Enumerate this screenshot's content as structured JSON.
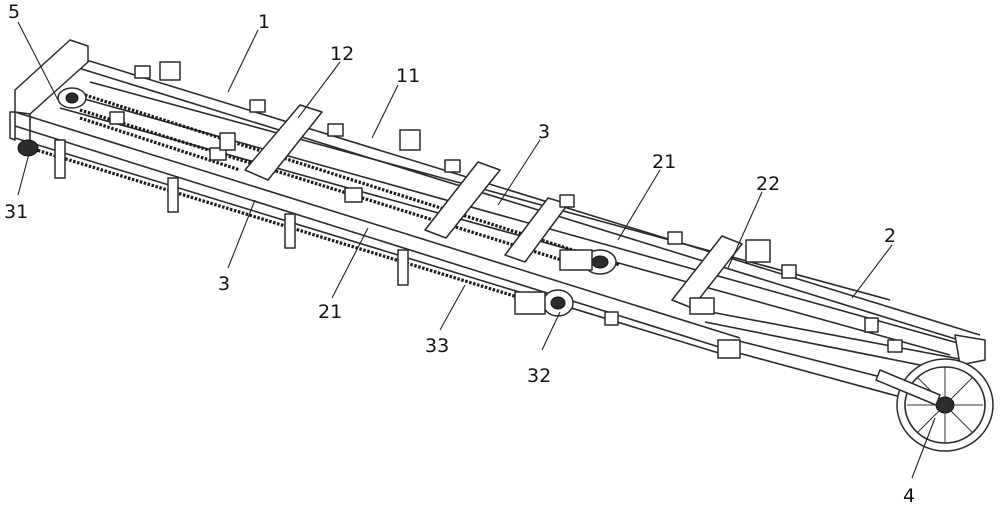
{
  "labels": {
    "frame": "1",
    "rail": "2",
    "chain_assembly_top": "3",
    "chain_assembly_bottom": "3",
    "wheel": "4",
    "drive_end": "5",
    "top_member": "11",
    "cross_beam": "12",
    "side_rail_upper": "21",
    "side_rail_lower": "21",
    "guide_bracket": "22",
    "sprocket_rear": "31",
    "sprocket_tensioner": "32",
    "lower_chain": "33"
  }
}
